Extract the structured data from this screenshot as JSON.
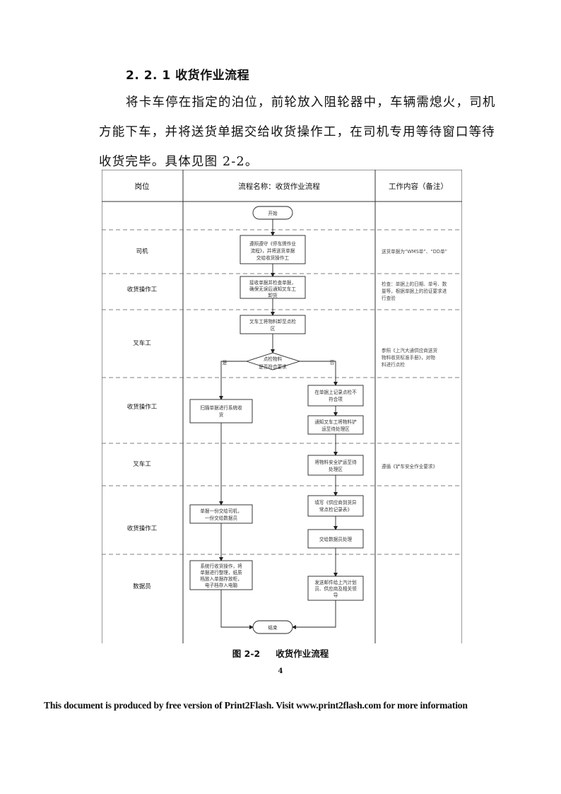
{
  "doc": {
    "heading": "2. 2. 1 收货作业流程",
    "paragraph_lines": [
      "将卡车停在指定的泊位，前轮放入阻轮器中，车辆需熄火，司机",
      "方能下车，并将送货单据交给收货操作工，在司机专用等待窗口等待",
      "收货完毕。具体见图 2-2。"
    ],
    "caption_number": "图 2-2",
    "caption_title": "收货作业流程",
    "page_number": "4",
    "footer": "This document is produced by free version of Print2Flash. Visit www.print2flash.com for more information"
  },
  "flowchart": {
    "headers": {
      "position": "岗位",
      "process": "流程名称：收货作业流程",
      "notes": "工作内容（备注）"
    },
    "roles": [
      "司机",
      "收货操作工",
      "叉车工",
      "收货操作工",
      "叉车工",
      "收货操作工",
      "数据员"
    ],
    "terminals": {
      "start": "开始",
      "end": "结束"
    },
    "decision": {
      "lines": [
        "点检物料",
        "是否符合要求"
      ],
      "yes": "是",
      "no": "否"
    },
    "boxes": [
      {
        "id": "b1",
        "lines": [
          "遵照遵守《停车牌作业",
          "流程》，并将送货单据",
          "交给收货操作工"
        ]
      },
      {
        "id": "b2",
        "lines": [
          "接收单据并检查单据，",
          "确保无误后通知叉车工",
          "卸货"
        ]
      },
      {
        "id": "b3",
        "lines": [
          "叉车工将物料卸至点检",
          "区"
        ]
      },
      {
        "id": "b4",
        "lines": [
          "在单据上记录点检不",
          "符合项"
        ]
      },
      {
        "id": "b5",
        "lines": [
          "扫描单据进行系统收",
          "货"
        ]
      },
      {
        "id": "b6",
        "lines": [
          "通知叉车工将物料铲",
          "运至待处理区"
        ]
      },
      {
        "id": "b7",
        "lines": [
          "将物料安全铲运至待",
          "处理区"
        ]
      },
      {
        "id": "b8",
        "lines": [
          "填写《供应商到货异",
          "常点检记录表》"
        ]
      },
      {
        "id": "b9",
        "lines": [
          "单据一份交给司机，",
          "一份交给数据员"
        ]
      },
      {
        "id": "b10",
        "lines": [
          "交给数据员处理"
        ]
      },
      {
        "id": "b11",
        "lines": [
          "系统行收货操作，将",
          "单据进行整理，纸质",
          "档放入单据存放柜，",
          "电子档存入电脑"
        ]
      },
      {
        "id": "b12",
        "lines": [
          "发送邮件给上汽计划",
          "员、供应商及相关领",
          "导"
        ]
      }
    ],
    "notes": [
      {
        "row": 0,
        "lines": [
          "送货单据为“WMS单”、“DD单”"
        ]
      },
      {
        "row": 1,
        "lines": [
          "检查：单据上的日期、单号、数",
          "量等，根据单据上的验证要求进",
          "行查验"
        ]
      },
      {
        "row": 2,
        "lines": [
          "参照《上汽大通供应商送货",
          "物料收货标准手册》，对物",
          "料进行点检"
        ]
      },
      {
        "row": 4,
        "lines": [
          "遵循《铲车安全作业要求》"
        ]
      }
    ]
  }
}
